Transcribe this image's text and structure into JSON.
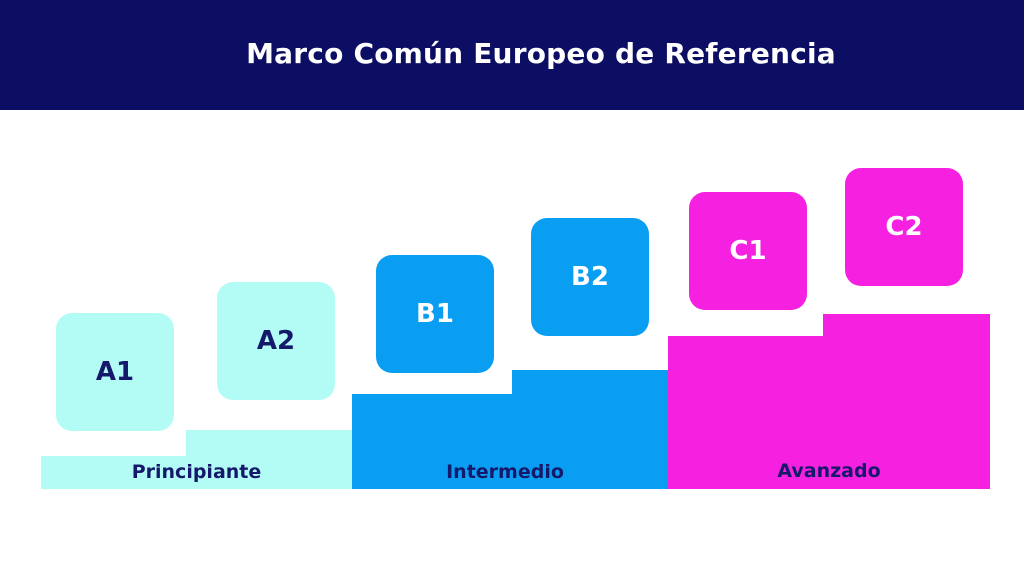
{
  "title": "Marco Común Europeo de Referencia",
  "colors": {
    "header_bg": "#0b0e63",
    "principiante": "#b3fcf5",
    "intermedio": "#0a9ef2",
    "avanzado": "#f620e0",
    "dark_text": "#14196b",
    "light_text": "#ffffff"
  },
  "groups": [
    {
      "label": "Principiante",
      "levels": [
        "A1",
        "A2"
      ]
    },
    {
      "label": "Intermedio",
      "levels": [
        "B1",
        "B2"
      ]
    },
    {
      "label": "Avanzado",
      "levels": [
        "C1",
        "C2"
      ]
    }
  ]
}
